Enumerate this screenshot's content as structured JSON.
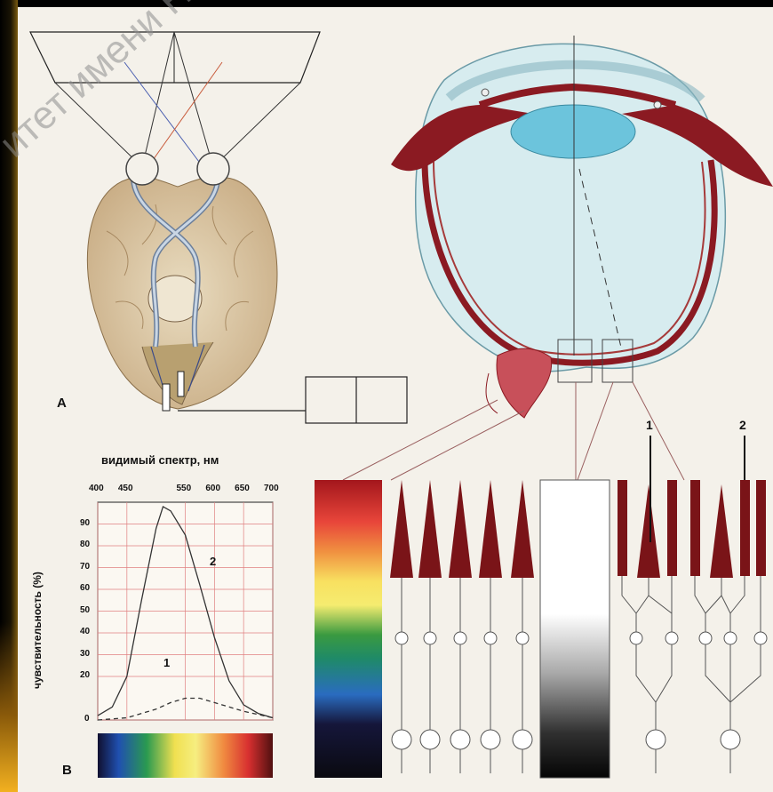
{
  "labels": {
    "panel_a": "А",
    "panel_b": "В",
    "spectrum_title": "видимый спектр, нм",
    "y_axis": "чувствительность (%)",
    "curve_2": "2",
    "curve_1": "1",
    "rod_marker": "1",
    "cone_marker": "2"
  },
  "watermark": "итет имени Н. Г.",
  "chart_data": {
    "type": "line",
    "title": "видимый спектр, нм",
    "xlabel": "видимый спектр, нм",
    "ylabel": "чувствительность (%)",
    "x_ticks": [
      400,
      450,
      550,
      600,
      650,
      700
    ],
    "y_ticks": [
      0,
      20,
      30,
      40,
      50,
      60,
      70,
      80,
      90
    ],
    "xlim": [
      400,
      700
    ],
    "ylim": [
      0,
      100
    ],
    "grid": true,
    "series": [
      {
        "name": "2",
        "style": "solid",
        "x": [
          400,
          425,
          450,
          475,
          500,
          512,
          525,
          550,
          575,
          600,
          625,
          650,
          675,
          700
        ],
        "y": [
          2,
          6,
          20,
          55,
          88,
          98,
          96,
          85,
          62,
          38,
          18,
          7,
          3,
          1
        ]
      },
      {
        "name": "1",
        "style": "dashed",
        "x": [
          400,
          450,
          500,
          525,
          550,
          575,
          600,
          650,
          700
        ],
        "y": [
          0,
          1,
          5,
          8,
          10,
          10,
          8,
          4,
          1
        ]
      }
    ]
  },
  "colors": {
    "muscle": "#8b1a22",
    "sclera": "#bfe3ea",
    "lens": "#6cc4dc",
    "grid": "#e08080",
    "photoreceptor": "#7a1418"
  }
}
